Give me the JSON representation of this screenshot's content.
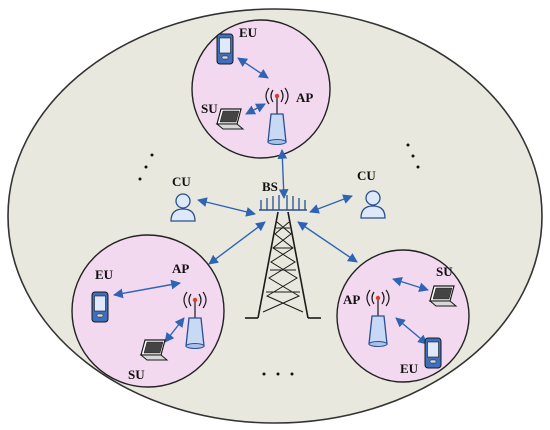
{
  "colors": {
    "macro_cell_fill": "#e9e8de",
    "small_cell_fill": "#f2d9f0",
    "link_blue": "#2f64b5",
    "device_blue": "#4a7bc8"
  },
  "labels": {
    "bs": "BS",
    "cu_left": "CU",
    "cu_right": "CU",
    "top_cell": {
      "eu": "EU",
      "su": "SU",
      "ap": "AP"
    },
    "left_cell": {
      "eu": "EU",
      "su": "SU",
      "ap": "AP"
    },
    "right_cell": {
      "eu": "EU",
      "su": "SU",
      "ap": "AP"
    }
  },
  "ellipsis": {
    "left": ". . .",
    "right": ". . .",
    "bottom": ". . ."
  },
  "icons": {
    "tower": "cell-tower-icon",
    "access_point": "access-point-icon",
    "phone": "phone-icon",
    "laptop": "laptop-icon",
    "user": "user-icon"
  }
}
